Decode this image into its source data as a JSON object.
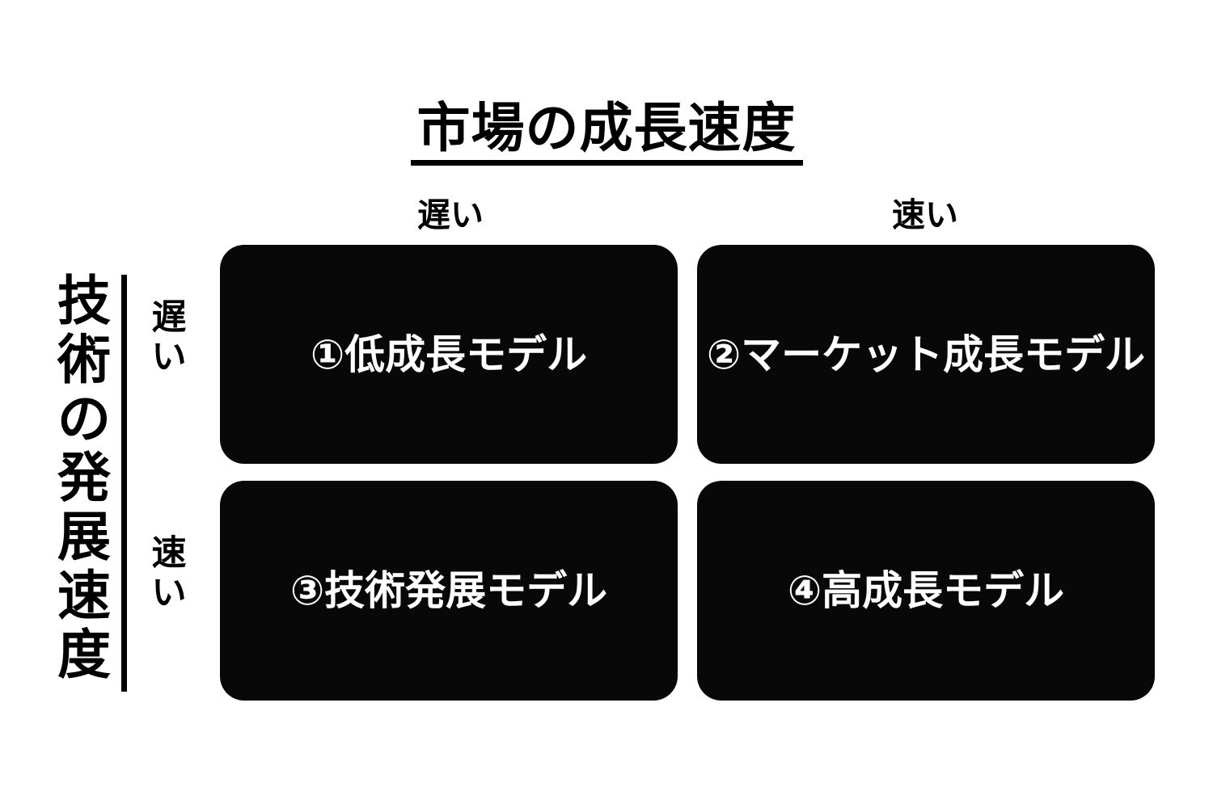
{
  "title": {
    "text": "市場の成長速度",
    "underlined": true
  },
  "colors": {
    "background": "#ffffff",
    "box_fill": "#080808",
    "box_text": "#ffffff",
    "text": "#000000"
  },
  "x_axis": {
    "name": "市場の成長速度",
    "headers": [
      "遅い",
      "速い"
    ]
  },
  "y_axis": {
    "label": "技術の発展速度",
    "label_chars": [
      "技",
      "術",
      "の",
      "発",
      "展",
      "速",
      "度"
    ],
    "headers": [
      {
        "text": "遅い",
        "chars": [
          "遅",
          "い"
        ]
      },
      {
        "text": "速い",
        "chars": [
          "速",
          "い"
        ]
      }
    ]
  },
  "chart_data": {
    "type": "table",
    "title": "市場の成長速度",
    "xlabel": "市場の成長速度",
    "ylabel": "技術の発展速度",
    "columns": [
      "遅い",
      "速い"
    ],
    "rows": [
      "遅い",
      "速い"
    ],
    "cells": [
      [
        "①低成長モデル",
        "②マーケット成長モデル"
      ],
      [
        "③技術発展モデル",
        "④高成長モデル"
      ]
    ]
  },
  "quadrants": [
    {
      "id": 1,
      "label": "①低成長モデル"
    },
    {
      "id": 2,
      "label": "②マーケット成長モデル"
    },
    {
      "id": 3,
      "label": "③技術発展モデル"
    },
    {
      "id": 4,
      "label": "④高成長モデル"
    }
  ]
}
